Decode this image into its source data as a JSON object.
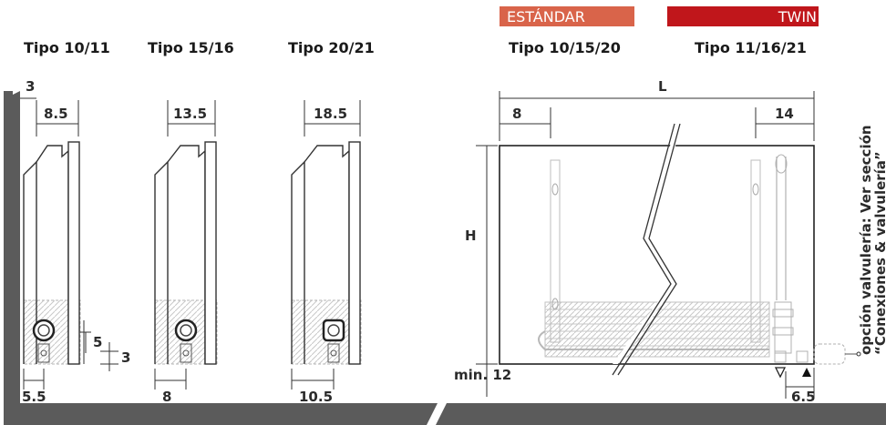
{
  "colors": {
    "estandar": "#d9644a",
    "twin": "#c0161b",
    "floor": "#5b5b5b",
    "line": "#333333",
    "ghost": "#b0b0b0"
  },
  "headers": {
    "tipo_10_11": "Tipo 10/11",
    "tipo_15_16": "Tipo 15/16",
    "tipo_20_21": "Tipo 20/21",
    "tipo_10_15_20": "Tipo 10/15/20",
    "tipo_11_16_21": "Tipo 11/16/21"
  },
  "badges": {
    "estandar": "ESTÁNDAR",
    "twin": "TWIN"
  },
  "side_dims": {
    "gap_top": "3",
    "width_a": "8.5",
    "width_b": "13.5",
    "width_c": "18.5",
    "conn_height": "5",
    "conn_low": "3",
    "offset_a": "5.5",
    "offset_b": "8",
    "offset_c": "10.5"
  },
  "front_dims": {
    "length": "L",
    "left_margin": "8",
    "right_margin": "14",
    "height": "H",
    "floor_gap": "min. 12",
    "valve_offset": "6.5"
  },
  "side_note": {
    "line1": "opción valvulería: Ver sección",
    "line2": "“Conexiones & valvulería”"
  },
  "icons": {
    "inlet": "triangle-down-outline-icon",
    "outlet": "triangle-up-filled-icon"
  }
}
